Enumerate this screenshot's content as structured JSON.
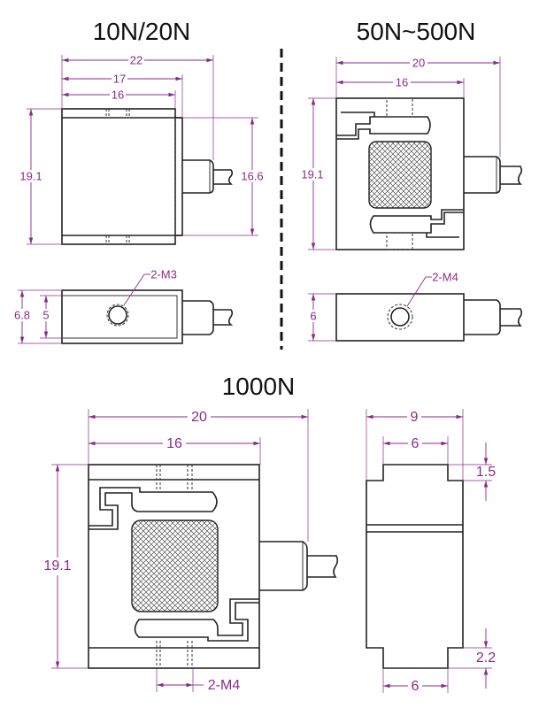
{
  "titles": {
    "small": "10N/20N",
    "medium": "50N~500N",
    "large": "1000N"
  },
  "small": {
    "width_total": "22",
    "width_mid": "17",
    "width_body": "16",
    "height": "19.1",
    "height_inner": "16.6",
    "thread": "2-M3",
    "thickness": "6.8",
    "thickness_inner": "5"
  },
  "medium": {
    "width_total": "20",
    "width_body": "16",
    "height": "19.1",
    "thread": "2-M4",
    "thickness": "6"
  },
  "large": {
    "width_total": "20",
    "width_body": "16",
    "height": "19.1",
    "thread": "2-M4",
    "side_width": "9",
    "side_top": "6",
    "side_bottom": "6",
    "step_top": "1.5",
    "step_bottom": "2.2"
  },
  "colors": {
    "dimension": "#8b2a8b",
    "line": "#222222"
  }
}
